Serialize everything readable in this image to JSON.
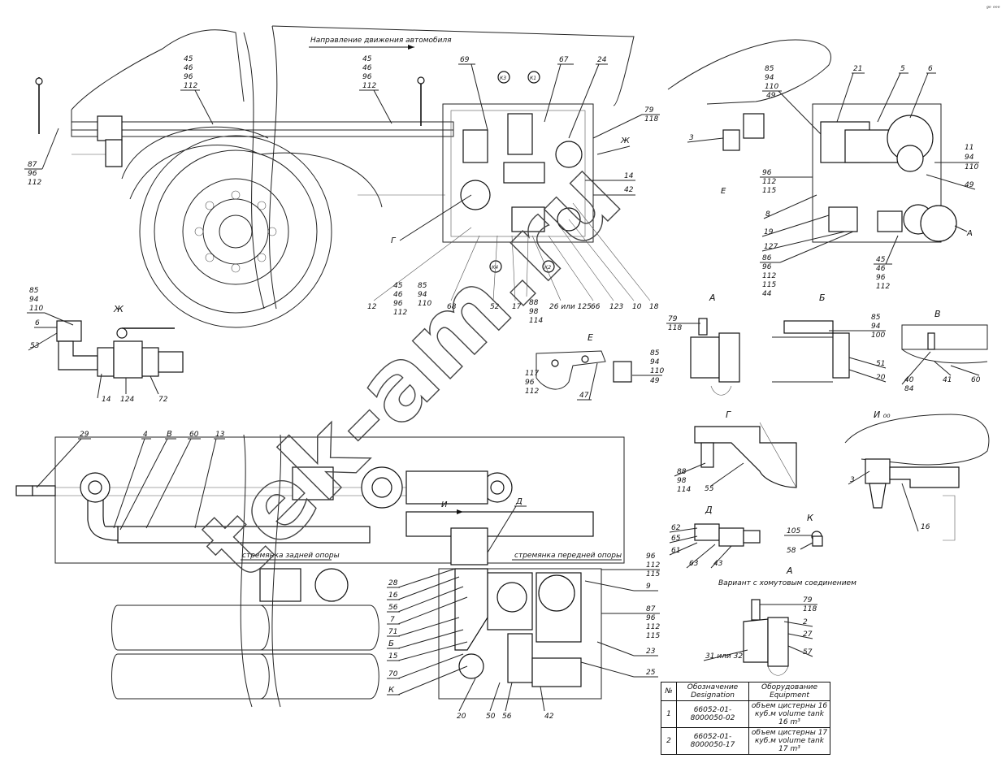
{
  "header": {
    "corner_mark": "ᵍᵒ ᵒᵒᵒ",
    "direction_text": "Направление движения автомобиля"
  },
  "views": {
    "zh": "Ж",
    "e": "Е",
    "a": "А",
    "b": "Б",
    "v": "В",
    "g": "Г",
    "d": "Д",
    "k": "К",
    "i": "И",
    "i_sub": "И ₀₀",
    "a_variant": "А",
    "a_variant_caption": "Вариант с хомутовым соединением"
  },
  "straps": {
    "rear": "стремянка задней опоры",
    "front": "стремянка передней опоры",
    "arrow_i": "И"
  },
  "circles": [
    "К3",
    "К1",
    "К4",
    "К2"
  ],
  "stacks": {
    "s45_left": [
      "45",
      "46",
      "96",
      "112"
    ],
    "s45_mid": [
      "45",
      "46",
      "96",
      "112"
    ],
    "s87": [
      "87",
      "96",
      "112"
    ],
    "s85_top": [
      "85",
      "94",
      "110"
    ],
    "s79": [
      "79",
      "118"
    ],
    "s96r": [
      "96",
      "112",
      "115"
    ],
    "s86": [
      "86",
      "96",
      "112",
      "115",
      "44"
    ],
    "s45_right": [
      "45",
      "46",
      "96",
      "112"
    ],
    "s11": [
      "11",
      "94",
      "110"
    ],
    "s85_zh": [
      "85",
      "94",
      "110"
    ],
    "s12": [
      "45",
      "46",
      "96",
      "112"
    ],
    "s85b": [
      "85",
      "94",
      "110"
    ],
    "s88": [
      "88",
      "98",
      "114"
    ],
    "s117": [
      "117",
      "96",
      "112"
    ],
    "s85e": [
      "85",
      "94",
      "110"
    ],
    "s79a": [
      "79",
      "118"
    ],
    "s85bb": [
      "85",
      "94",
      "100"
    ],
    "s40": [
      "40",
      "84"
    ],
    "s88g": [
      "88",
      "98",
      "114"
    ],
    "s96bot": [
      "96",
      "112",
      "115"
    ],
    "s87bot": [
      "87",
      "96",
      "112",
      "115"
    ],
    "s79av": [
      "79",
      "118"
    ]
  },
  "callouts": {
    "c69": "69",
    "c67": "67",
    "c24": "24",
    "czh": "Ж",
    "c14": "14",
    "c42": "42",
    "cg": "Г",
    "c12": "12",
    "c68": "68",
    "c52": "52",
    "c17": "17",
    "c26": "26 или 125",
    "c66": "66",
    "c123": "123",
    "c10": "10",
    "c18": "18",
    "c21": "21",
    "c5": "5",
    "c6": "6",
    "c3": "3",
    "c49": "49",
    "c49b": "49",
    "c8": "8",
    "c19": "19",
    "c127": "127",
    "ce": "Е",
    "cA": "А",
    "c53": "53",
    "c6b": "6",
    "c14b": "14",
    "c124": "124",
    "c72": "72",
    "c47": "47",
    "c51": "51",
    "c20": "20",
    "c41": "41",
    "c60": "60",
    "c55": "55",
    "c29": "29",
    "c4": "4",
    "cv": "В",
    "c60b": "60",
    "c13": "13",
    "cd": "Д",
    "c3b": "3",
    "c16": "16",
    "c62": "62",
    "c65": "65",
    "c61": "61",
    "c63": "63",
    "c43": "43",
    "c105": "105",
    "c58": "58",
    "c2": "2",
    "c27": "27",
    "c57": "57",
    "c31": "31 или 32",
    "c28": "28",
    "c16b": "16",
    "c56": "56",
    "c7": "7",
    "c71": "71",
    "cb": "Б",
    "c15": "15",
    "c70": "70",
    "ck": "К",
    "c9": "9",
    "c23": "23",
    "c25": "25",
    "c20b": "20",
    "c50": "50",
    "c56b": "56",
    "c42b": "42"
  },
  "watermark": "tek-am.ru",
  "spec_table": {
    "headers": {
      "num": "№",
      "designation": "Обозначение Designation",
      "equipment": "Оборудование Equipment"
    },
    "rows": [
      {
        "num": "1",
        "designation": "66052-01-8000050-02",
        "equipment": "объем цистерны 16 куб.м volume tank 16 m³"
      },
      {
        "num": "2",
        "designation": "66052-01-8000050-17",
        "equipment": "объем цистерны 17 куб.м volume tank 17 m³"
      }
    ]
  }
}
